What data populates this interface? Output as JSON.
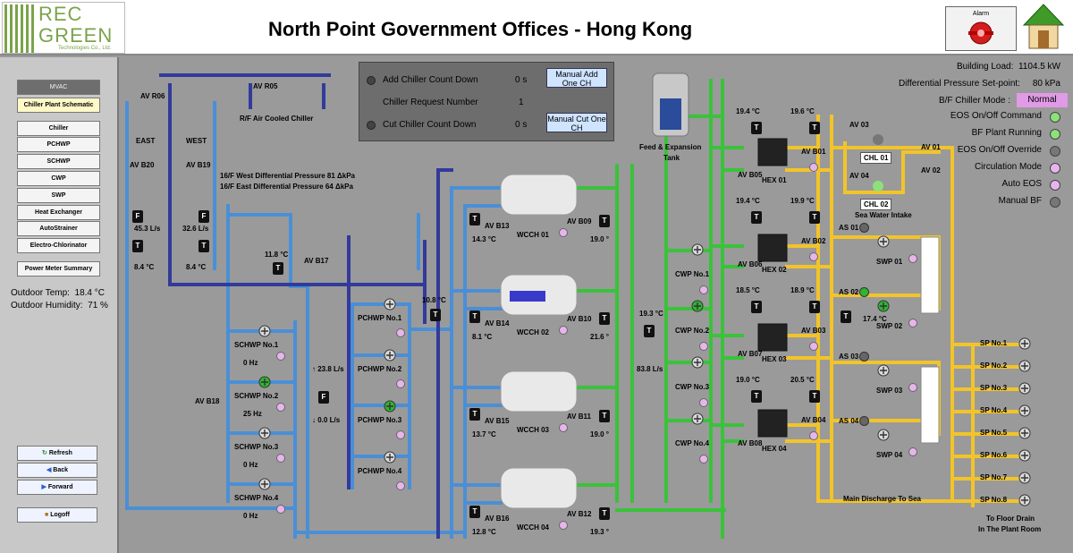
{
  "header": {
    "title": "North Point Government Offices - Hong Kong",
    "logo_line1": "REC",
    "logo_line2": "GREEN",
    "logo_line3": "Technologies Co., Ltd.",
    "alarm_label": "Alarm"
  },
  "sidebar": {
    "section": "MVAC",
    "items": [
      "Chiller Plant Schematic",
      "Chiller",
      "PCHWP",
      "SCHWP",
      "CWP",
      "SWP",
      "Heat Exchanger",
      "AutoStrainer",
      "Electro-Chlorinator",
      "Power Meter Summary"
    ],
    "outdoor_temp_label": "Outdoor Temp:",
    "outdoor_temp": "18.4 °C",
    "outdoor_humidity_label": "Outdoor Humidity:",
    "outdoor_humidity": "71 %",
    "refresh": "Refresh",
    "back": "Back",
    "forward": "Forward",
    "logoff": "Logoff"
  },
  "control_panel": {
    "add_label": "Add Chiller Count Down",
    "add_value": "0 s",
    "request_label": "Chiller Request Number",
    "request_value": "1",
    "cut_label": "Cut Chiller Count Down",
    "cut_value": "0 s",
    "manual_add": "Manual Add One CH",
    "manual_cut": "Manual Cut One CH"
  },
  "status": {
    "building_load_label": "Building Load:",
    "building_load": "1104.5 kW",
    "dp_label": "Differential Pressure Set-point:",
    "dp_value": "80 kPa",
    "mode_label": "B/F Chiller Mode :",
    "mode_value": "Normal",
    "indicators": [
      {
        "label": "EOS On/Off Command",
        "color": "#8ee07a"
      },
      {
        "label": "BF Plant Running",
        "color": "#8ee07a"
      },
      {
        "label": "EOS On/Off Override",
        "color": "#777777"
      },
      {
        "label": "Circulation Mode",
        "color": "#e7b5ec"
      },
      {
        "label": "Auto EOS",
        "color": "#e7b5ec"
      },
      {
        "label": "Manual BF",
        "color": "#777777"
      }
    ]
  },
  "labels": {
    "av_r06": "AV R06",
    "av_r05": "AV R05",
    "rf_chiller": "R/F Air Cooled Chiller",
    "east": "EAST",
    "west": "WEST",
    "av_b20": "AV B20",
    "av_b19": "AV B19",
    "dp_west": "16/F West Differential Pressure 81 ΔkPa",
    "dp_east": "16/F East Differential Pressure 64 ΔkPa",
    "flow_east": "45.3 L/s",
    "flow_west": "32.6 L/s",
    "temp_east": "8.4 °C",
    "temp_west": "8.4 °C",
    "t_118": "11.8 °C",
    "av_b17": "AV B17",
    "av_b18": "AV B18",
    "t_108": "10.8 °C",
    "flow_238": "23.8 L/s",
    "flow_00": "0.0 L/s",
    "feed_tank": "Feed & Expansion",
    "feed_tank2": "Tank",
    "t_193": "19.3 °C",
    "flow_838": "83.8 L/s",
    "sea_water": "Sea Water Intake",
    "main_discharge": "Main Discharge To Sea",
    "to_floor_drain": "To Floor Drain",
    "in_plant_room": "In The Plant Room",
    "chl01": "CHL 01",
    "chl02": "CHL 02",
    "av03": "AV 03",
    "av04": "AV 04",
    "av01": "AV 01",
    "av02": "AV 02"
  },
  "schwp": [
    {
      "name": "SCHWP No.1",
      "freq": "0 Hz",
      "running": false
    },
    {
      "name": "SCHWP No.2",
      "freq": "25 Hz",
      "running": true
    },
    {
      "name": "SCHWP No.3",
      "freq": "0 Hz",
      "running": false
    },
    {
      "name": "SCHWP No.4",
      "freq": "0 Hz",
      "running": false
    }
  ],
  "pchwp": [
    {
      "name": "PCHWP No.1",
      "running": false
    },
    {
      "name": "PCHWP No.2",
      "running": false
    },
    {
      "name": "PCHWP No.3",
      "running": true
    },
    {
      "name": "PCHWP No.4",
      "running": false
    }
  ],
  "chillers": [
    {
      "name": "WCCH 01",
      "av_in": "AV B13",
      "av_out": "AV B09",
      "t_in": "14.3 °C",
      "t_out": "19.0 °"
    },
    {
      "name": "WCCH 02",
      "av_in": "AV B14",
      "av_out": "AV B10",
      "t_in": "8.1 °C",
      "t_out": "21.6 °"
    },
    {
      "name": "WCCH 03",
      "av_in": "AV B15",
      "av_out": "AV B11",
      "t_in": "13.7 °C",
      "t_out": "19.0 °"
    },
    {
      "name": "WCCH 04",
      "av_in": "AV B16",
      "av_out": "AV B12",
      "t_in": "12.8 °C",
      "t_out": "19.3 °"
    }
  ],
  "cwp": [
    {
      "name": "CWP No.1",
      "running": false
    },
    {
      "name": "CWP No.2",
      "running": true
    },
    {
      "name": "CWP No.3",
      "running": false
    },
    {
      "name": "CWP No.4",
      "running": false
    }
  ],
  "hex": [
    {
      "name": "HEX 01",
      "av_a": "AV B05",
      "av_b": "AV B01",
      "t1": "19.4 °C",
      "t2": "19.6 °C"
    },
    {
      "name": "HEX 02",
      "av_a": "AV B06",
      "av_b": "AV B02",
      "t1": "19.4 °C",
      "t2": "19.9 °C"
    },
    {
      "name": "HEX 03",
      "av_a": "AV B07",
      "av_b": "AV B03",
      "t1": "18.5 °C",
      "t2": "18.9 °C"
    },
    {
      "name": "HEX 04",
      "av_a": "AV B08",
      "av_b": "AV B04",
      "t1": "19.0 °C",
      "t2": "20.5 °C"
    }
  ],
  "swp": [
    {
      "name": "SWP 01",
      "as": "AS 01",
      "running": false
    },
    {
      "name": "SWP 02",
      "as": "AS 02",
      "running": true,
      "temp": "17.4 °C"
    },
    {
      "name": "SWP 03",
      "as": "AS 03",
      "running": false
    },
    {
      "name": "SWP 04",
      "as": "AS 04",
      "running": false
    }
  ],
  "sp": [
    "SP No.1",
    "SP No.2",
    "SP No.3",
    "SP No.4",
    "SP No.5",
    "SP No.6",
    "SP No.7",
    "SP No.8"
  ],
  "colors": {
    "chw_blue": "#4a8fd6",
    "navy": "#323a9a",
    "cw_green": "#3ac23a",
    "sea_yellow": "#f2c42a",
    "panel": "#6d6d6d"
  }
}
